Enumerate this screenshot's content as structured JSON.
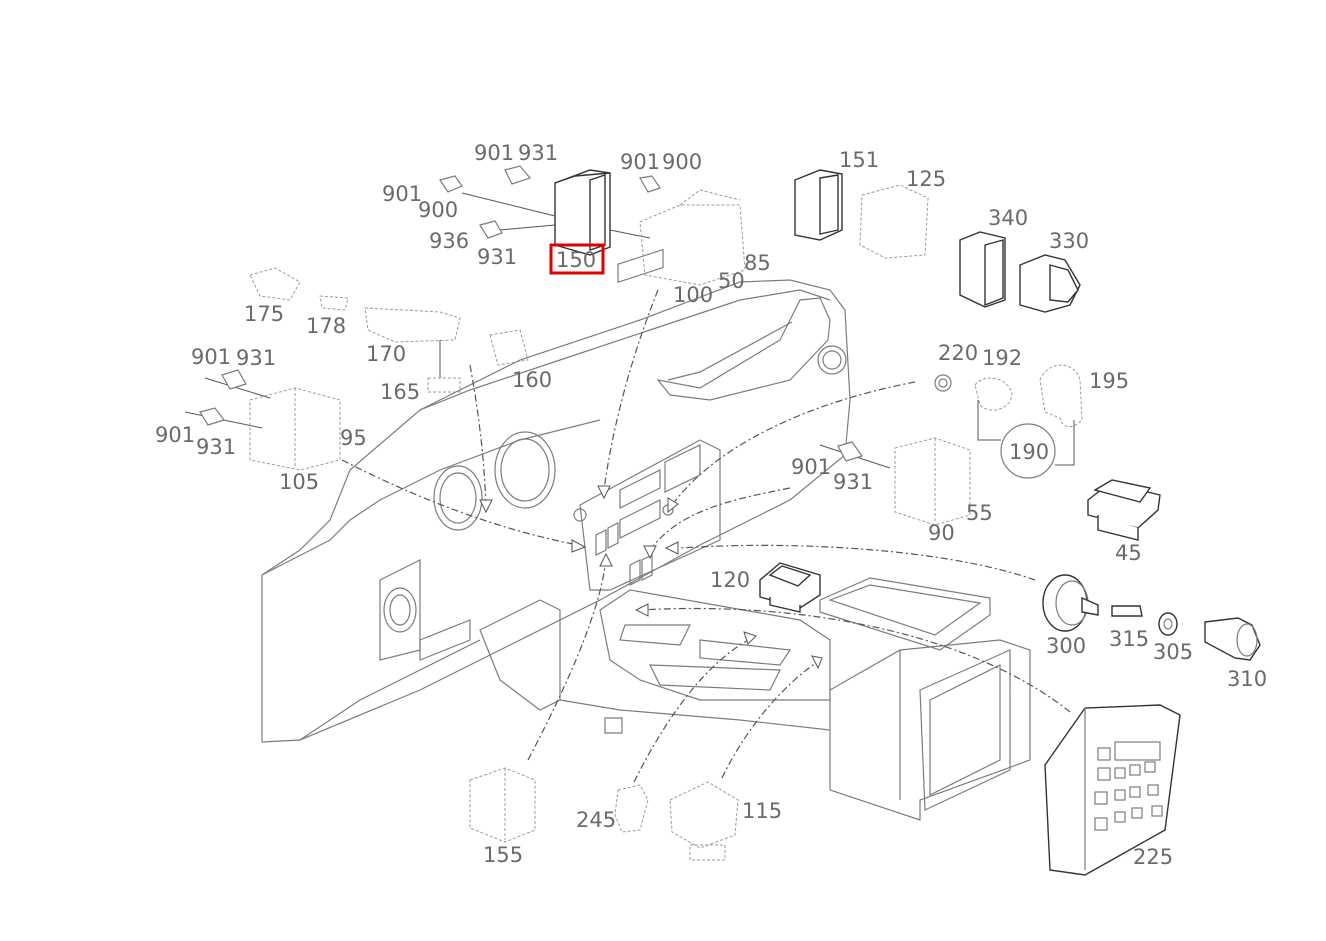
{
  "diagram": {
    "highlight_color": "#e00000",
    "callouts": {
      "c150": "150",
      "c901_a": "901",
      "c931_a": "931",
      "c901_b": "901",
      "c900_a": "900",
      "c936": "936",
      "c931_b": "931",
      "c901_c": "901",
      "c900_b": "900",
      "c100": "100",
      "c50": "50",
      "c85": "85",
      "c151": "151",
      "c125": "125",
      "c340": "340",
      "c330": "330",
      "c175": "175",
      "c178": "178",
      "c170": "170",
      "c165": "165",
      "c160": "160",
      "c901_d": "901",
      "c931_c": "931",
      "c901_e": "901",
      "c931_d": "931",
      "c95": "95",
      "c105": "105",
      "c220": "220",
      "c192": "192",
      "c195": "195",
      "c190": "190",
      "c901_f": "901",
      "c931_e": "931",
      "c55": "55",
      "c90": "90",
      "c45": "45",
      "c120": "120",
      "c300": "300",
      "c315": "315",
      "c305": "305",
      "c310": "310",
      "c155": "155",
      "c245": "245",
      "c115": "115",
      "c225": "225"
    }
  }
}
